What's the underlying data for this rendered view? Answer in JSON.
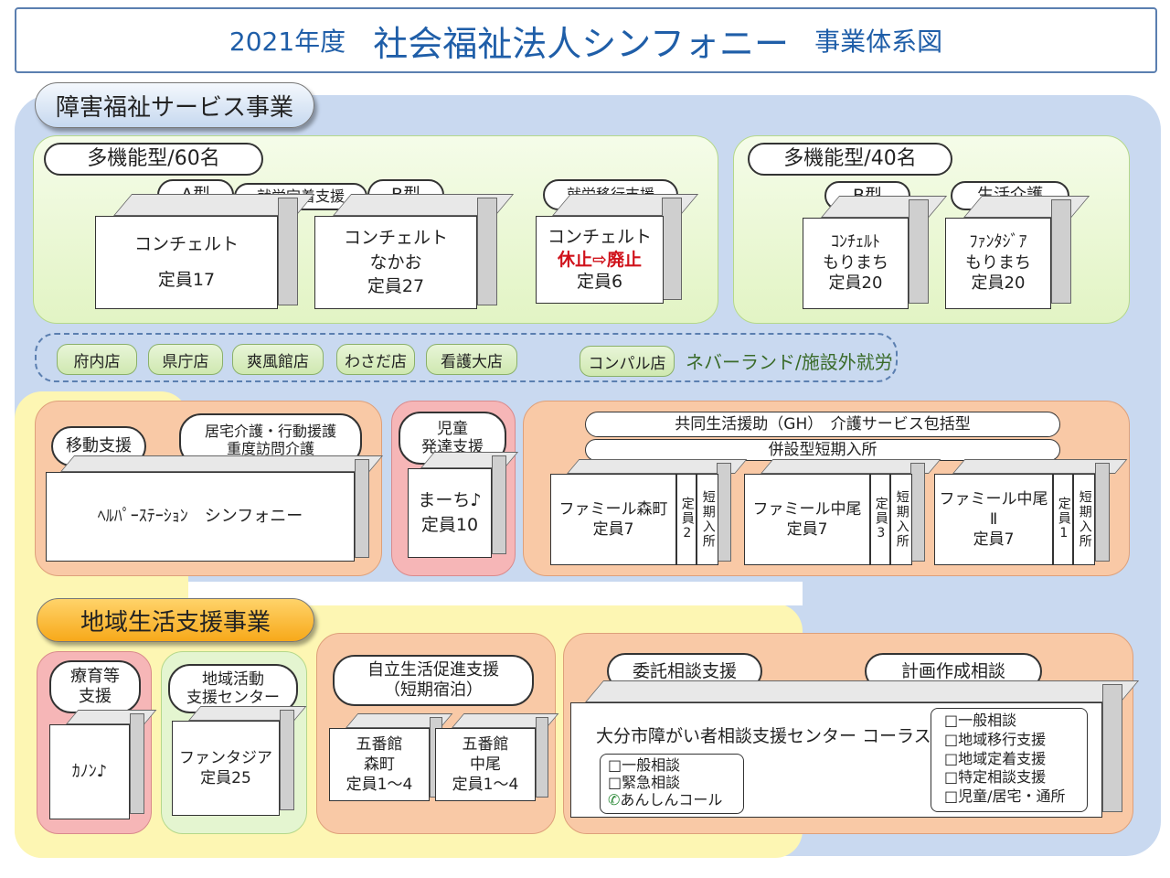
{
  "title": {
    "year": "2021年度",
    "org": "社会福祉法人シンフォニー",
    "suffix": "事業体系図"
  },
  "sections": {
    "disability": "障害福祉サービス事業",
    "community": "地域生活支援事業"
  },
  "multi60": {
    "label": "多機能型/60名",
    "tags": [
      "A型",
      "就労定着支援",
      "B型",
      "就労移行支援"
    ],
    "box1": {
      "line1": "コンチェルト",
      "line2": "定員17"
    },
    "box2": {
      "line1": "コンチェルト",
      "line2": "なかお",
      "line3": "定員27"
    },
    "box3": {
      "line1": "コンチェルト",
      "status": "休止⇨廃止",
      "line3": "定員6"
    }
  },
  "multi40": {
    "label": "多機能型/40名",
    "tags": [
      "B型",
      "生活介護"
    ],
    "box1": {
      "line1": "ｺﾝﾁｪﾙﾄ",
      "line2": "もりまち",
      "line3": "定員20"
    },
    "box2": {
      "line1": "ﾌｧﾝﾀｼﾞｱ",
      "line2": "もりまち",
      "line3": "定員20"
    }
  },
  "shops": {
    "items": [
      "府内店",
      "県庁店",
      "爽風館店",
      "わさだ店",
      "看護大店",
      "コンパル店"
    ],
    "note": "ネバーランド/施設外就労"
  },
  "helper": {
    "tag1": "移動支援",
    "tag2_line1": "居宅介護・行動援護",
    "tag2_line2": "重度訪問介護",
    "box": "ﾍﾙﾊﾟｰｽﾃｰｼｮﾝ　シンフォニー"
  },
  "child": {
    "label_line1": "児童",
    "label_line2": "発達支援",
    "box_line1": "まーち♪",
    "box_line2": "定員10"
  },
  "gh": {
    "header1": "共同生活援助（GH）　介護サービス包括型",
    "header2": "併設型短期入所",
    "homes": [
      {
        "name": "ファミール森町",
        "sub": "",
        "capacity": "定員7",
        "short_label": "定員2",
        "short_type": "短期入所"
      },
      {
        "name": "ファミール中尾",
        "sub": "",
        "capacity": "定員7",
        "short_label": "定員3",
        "short_type": "短期入所"
      },
      {
        "name": "ファミール中尾",
        "sub": "Ⅱ",
        "capacity": "定員7",
        "short_label": "定員1",
        "short_type": "短期入所"
      }
    ]
  },
  "ryoiku": {
    "label_line1": "療育等",
    "label_line2": "支援",
    "box": "ｶﾉﾝ♪"
  },
  "chiiki": {
    "label_line1": "地域活動",
    "label_line2": "支援センター",
    "box_line1": "ファンタジア",
    "box_line2": "定員25"
  },
  "jiritsu": {
    "label_line1": "自立生活促進支援",
    "label_line2": "（短期宿泊）",
    "box1": {
      "line1": "五番館",
      "line2": "森町",
      "line3": "定員1～4"
    },
    "box2": {
      "line1": "五番館",
      "line2": "中尾",
      "line3": "定員1～4"
    }
  },
  "soudan": {
    "tag1": "委託相談支援",
    "tag2": "計画作成相談",
    "center": "大分市障がい者相談支援センター コーラス",
    "left_list": [
      "□一般相談",
      "□緊急相談",
      "あんしんコール"
    ],
    "right_list": [
      "□一般相談",
      "□地域移行支援",
      "□地域定着支援",
      "□特定相談支援",
      "□児童/居宅・通所"
    ]
  },
  "colors": {
    "title": "#1f5ea8",
    "blue_region": "#c9d9f0",
    "yellow_region": "#fdf6b3",
    "green_panel": "#e2f4c4",
    "salmon_panel": "#f9c9a6",
    "pink_panel": "#f6b6b7",
    "red_text": "#d0121b"
  }
}
